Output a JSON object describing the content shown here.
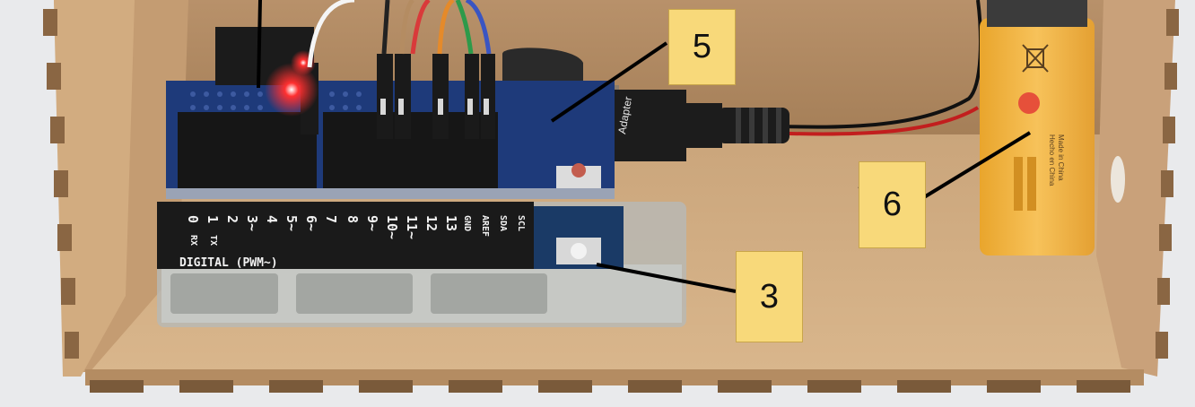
{
  "callouts": {
    "five": "5",
    "six": "6",
    "three": "3"
  },
  "board": {
    "digital_label": "DIGITAL (PWM~)",
    "pins": [
      "0",
      "1",
      "2",
      "3~",
      "4",
      "5~",
      "6~",
      "7",
      "8",
      "9~",
      "10~",
      "11~",
      "12",
      "13",
      "GND",
      "AREF",
      "SDA",
      "SCL"
    ],
    "rx": "RX",
    "tx": "TX"
  },
  "adapter_text": "Adapter",
  "battery": {
    "line1": "Made in China",
    "line2": "Hecho en China"
  },
  "colors": {
    "wood": "#c9a57a",
    "board_blue": "#1f3a78",
    "callout_fill": "#f8d97a",
    "battery_yellow": "#f2b43a",
    "led_red": "#ff2a2a"
  }
}
